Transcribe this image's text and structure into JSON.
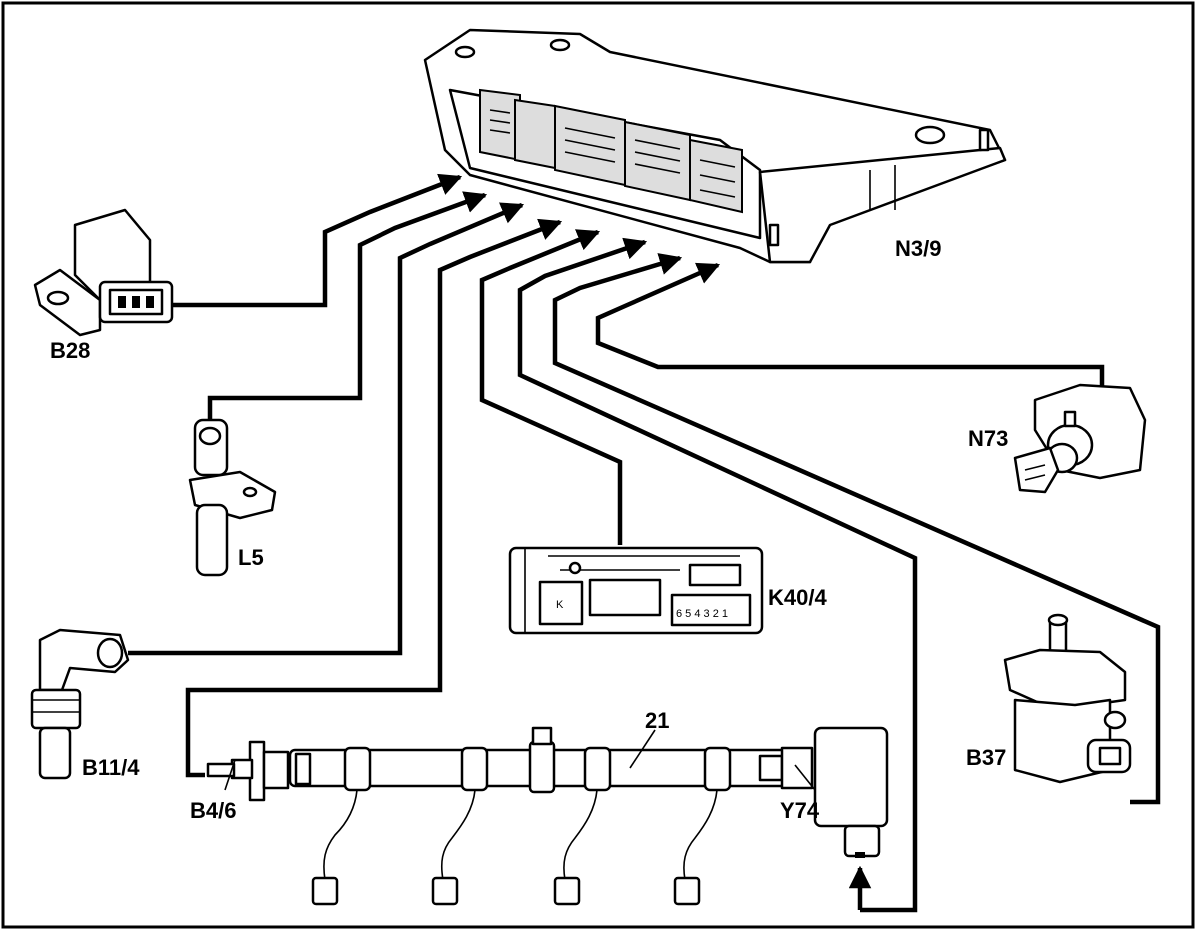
{
  "labels": {
    "ecu": "N3/9",
    "map_sensor": "B28",
    "crank_sensor": "L5",
    "coolant_sensor": "B11/4",
    "relay_module": "K40/4",
    "ignition_switch": "N73",
    "pedal_sensor": "B37",
    "rail_pressure_sensor": "B4/6",
    "fuel_rail": "21",
    "pressure_regulator": "Y74"
  },
  "relay_marks": {
    "k": "K",
    "pins": "6 5 4 3 2 1"
  }
}
